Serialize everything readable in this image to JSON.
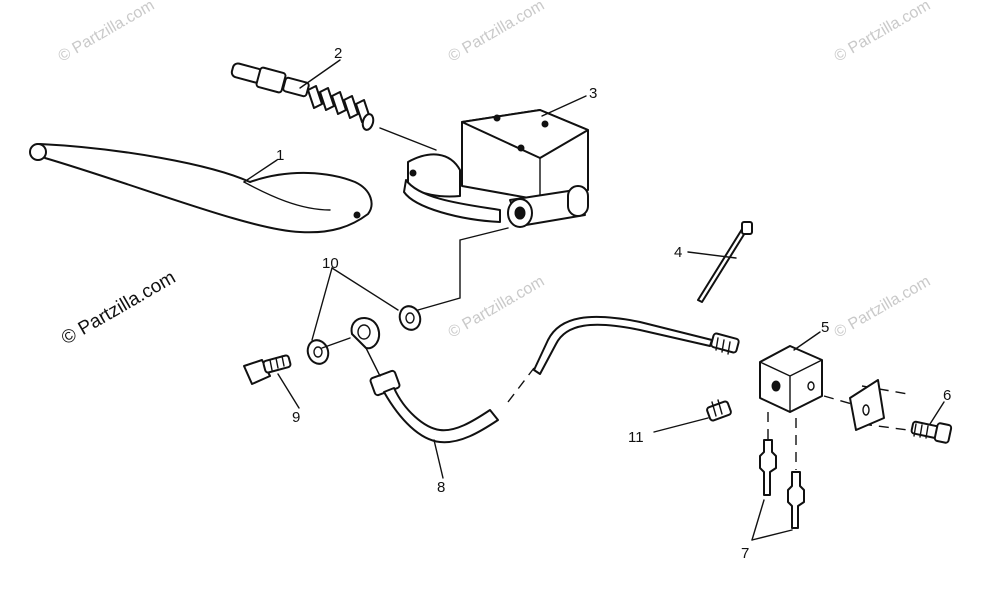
{
  "watermark": {
    "text": "© Partzilla.com",
    "color": "#c9c9c9",
    "main_color": "#111111"
  },
  "callouts": {
    "lever": "1",
    "pushrod": "2",
    "master_cylinder": "3",
    "cable_tie": "4",
    "junction_block": "5",
    "block_bolt": "6",
    "brake_lines": "7",
    "brake_hose": "8",
    "banjo_bolt": "9",
    "washers": "10",
    "bleeder": "11"
  },
  "colors": {
    "line": "#111111",
    "background": "#ffffff"
  }
}
